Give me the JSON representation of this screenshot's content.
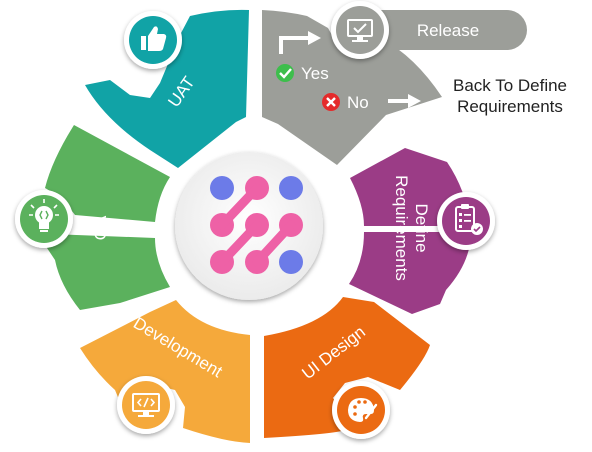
{
  "diagram": {
    "segments": [
      {
        "key": "uat",
        "label": "UAT",
        "color": "#11A3A6",
        "icon": "thumbs-up-icon"
      },
      {
        "key": "release",
        "label": "Release",
        "color": "#9C9E99",
        "icon": "monitor-check-icon"
      },
      {
        "key": "define",
        "label_line1": "Define",
        "label_line2": "Requirements",
        "color": "#9B3C86",
        "icon": "clipboard-check-icon"
      },
      {
        "key": "ui",
        "label": "UI Design",
        "color": "#EB6A12",
        "icon": "palette-icon"
      },
      {
        "key": "dev",
        "label": "Development",
        "color": "#F5A93B",
        "icon": "code-monitor-icon"
      },
      {
        "key": "qa",
        "label": "QA",
        "color": "#5BB15D",
        "icon": "lightbulb-code-icon"
      }
    ],
    "decision": {
      "yes": "Yes",
      "no": "No",
      "back_line1": "Back To Define",
      "back_line2": "Requirements"
    },
    "logo_colors": {
      "blue": "#6C7BE8",
      "pink": "#EE61A6"
    }
  }
}
